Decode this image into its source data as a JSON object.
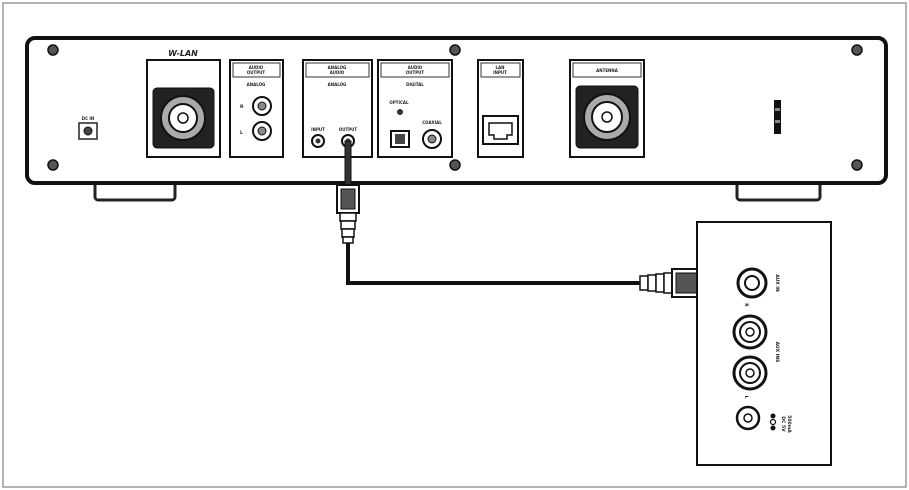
{
  "device": {
    "dc_in_label": "DC IN",
    "wlan_label": "W-LAN",
    "audio_output": {
      "title_line1": "AUDIO",
      "title_line2": "OUTPUT",
      "sub": "ANALOG",
      "right": "R",
      "left": "L"
    },
    "analog_audio": {
      "title_line1": "ANALOG",
      "title_line2": "AUDIO",
      "sub": "ANALOG",
      "input": "INPUT",
      "output": "OUTPUT"
    },
    "digital_output": {
      "title_line1": "AUDIO",
      "title_line2": "OUTPUT",
      "sub": "DIGITAL",
      "optical": "OPTICAL",
      "coaxial": "COAXIAL"
    },
    "lan_input": {
      "title_line1": "LAN",
      "title_line2": "INPUT"
    },
    "antenna_label": "ANTENNA"
  },
  "external": {
    "aux_in": "AUX IN",
    "aux_ins_line": "AUX INS",
    "right": "R",
    "left": "L",
    "dc_spec_line1": "DC 5V",
    "dc_spec_line2": "500mA"
  }
}
